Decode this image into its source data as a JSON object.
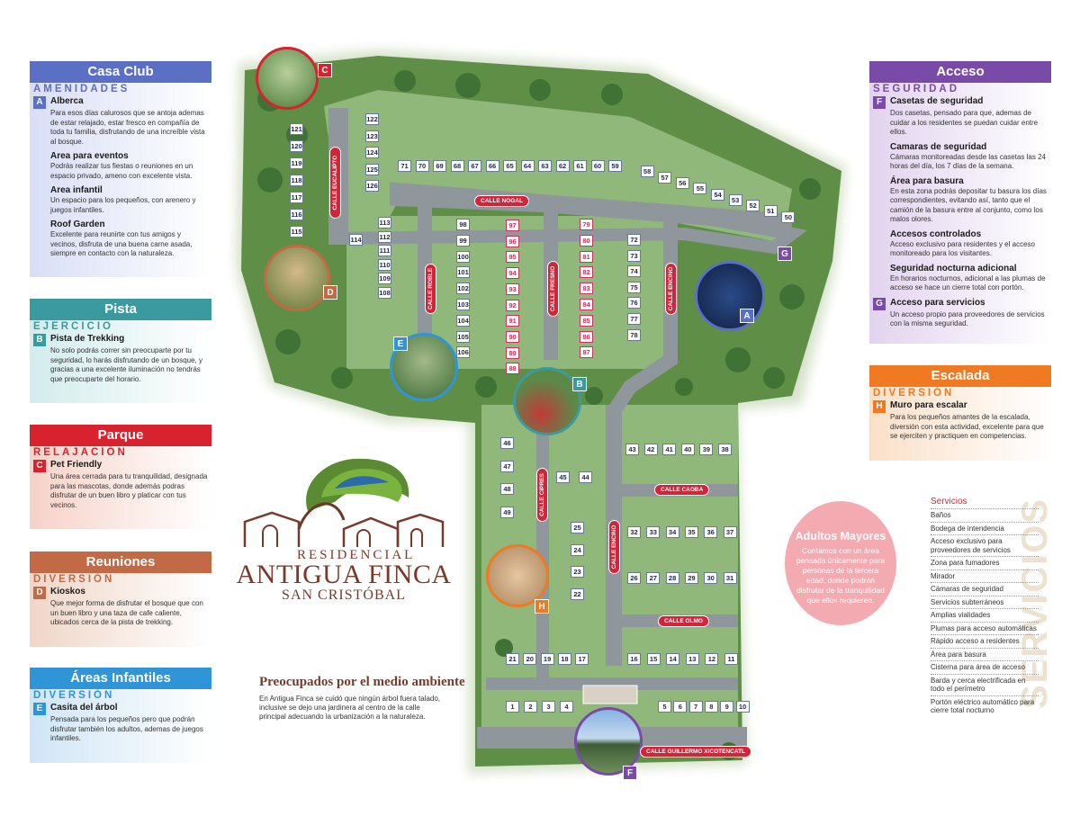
{
  "panels": {
    "casa_club": {
      "title": "Casa Club",
      "subtitle": "AMENIDADES",
      "items": [
        {
          "badge": "A",
          "title": "Alberca",
          "text": "Para esos días calurosos que se antoja ademas de estar relajado, estar fresco en compañía de toda tu familia, disfrutando de una increíble vista al bosque."
        },
        {
          "badge": "",
          "title": "Area para eventos",
          "text": "Podrás realizar tus fiestas o reuniones en un espacio privado, ameno con excelente vista."
        },
        {
          "badge": "",
          "title": "Area infantil",
          "text": "Un espacio para los pequeños, con arenero y juegos infantiles."
        },
        {
          "badge": "",
          "title": "Roof Garden",
          "text": "Excelente para reunirte con tus amigos y vecinos, disfruta de una buena carne asada, siempre en contacto con la naturaleza."
        }
      ]
    },
    "pista": {
      "title": "Pista",
      "subtitle": "EJERCICIO",
      "items": [
        {
          "badge": "B",
          "title": "Pista de Trekking",
          "text": "No solo podrás correr sin preocuparte por tu seguridad, lo harás disfrutando de un bosque, y gracias a una excelente iluminación no tendrás que preocuparte del horario."
        }
      ]
    },
    "parque": {
      "title": "Parque",
      "subtitle": "RELAJACIÓN",
      "items": [
        {
          "badge": "C",
          "title": "Pet Friendly",
          "text": "Una área cerrada para tu tranquilidad, designada para las mascotas, donde además podras disfrutar de un buen libro y platicar con tus vecinos."
        }
      ]
    },
    "reuniones": {
      "title": "Reuniones",
      "subtitle": "DIVERSIÓN",
      "items": [
        {
          "badge": "D",
          "title": "Kioskos",
          "text": "Que mejor forma de disfrutar el bosque que con un buen libro y una taza de cafe caliente, ubicados cerca de la pista de trekking."
        }
      ]
    },
    "infantiles": {
      "title": "Áreas Infantiles",
      "subtitle": "DIVERSIÓN",
      "items": [
        {
          "badge": "E",
          "title": "Casita del árbol",
          "text": "Pensada para los pequeños pero que podrán disfrutar también los adultos, ademas de juegos infantiles."
        }
      ]
    },
    "acceso": {
      "title": "Acceso",
      "subtitle": "SEGURIDAD",
      "items": [
        {
          "badge": "F",
          "title": "Casetas de seguridad",
          "text": "Dos casetas, pensado para que, ademas de cuidar a los residentes se puedan cuidar entre ellos."
        },
        {
          "badge": "",
          "title": "Camaras de seguridad",
          "text": "Cámaras monitoreadas desde las casetas las 24 horas del día, los 7 días de la semana."
        },
        {
          "badge": "",
          "title": "Área para basura",
          "text": "En esta zona podrás depositar tu basura los días correspondientes, evitando así, tanto que el camión de la basura entre al conjunto, como los malos olores."
        },
        {
          "badge": "",
          "title": "Accesos controlados",
          "text": "Acceso exclusivo para residentes y el acceso monitoreado para los visitantes."
        },
        {
          "badge": "",
          "title": "Seguridad nocturna adicional",
          "text": "En horarios nocturnos, adicional a las plumas de acceso se hace un cierre total con portón."
        },
        {
          "badge": "G",
          "title": "Acceso para servicios",
          "text": "Un acceso propio para proveedores de servicios con la misma seguridad."
        }
      ]
    },
    "escalada": {
      "title": "Escalada",
      "subtitle": "DIVERSIÓN",
      "items": [
        {
          "badge": "H",
          "title": "Muro para escalar",
          "text": "Para los pequeños amantes de la escalada, diversión con esta actividad, excelente para que se ejerciten y practiquen en competencias."
        }
      ]
    }
  },
  "colors": {
    "casa_club": "#5b6fc4",
    "pista": "#3b9aa0",
    "parque": "#d8232f",
    "reuniones": "#c26a45",
    "infantiles": "#2f95d6",
    "acceso": "#7a4aa8",
    "escalada": "#ef7a22",
    "street": "#d1253a",
    "lawn": "#7fae6a"
  },
  "streets": {
    "nogal": "CALLE NOGAL",
    "eucalipto": "CALLE EUCALIPTO",
    "roble": "CALLE ROBLE",
    "fresno": "CALLE FRESNO",
    "encino": "CALLE ENCINO",
    "cipres": "CALLE CIPRES",
    "caoba": "CALLE CAOBA",
    "olmo": "CALLE OLMO",
    "guillermo": "CALLE GUILLERMO XICOTENCATL"
  },
  "markers": {
    "a": "A",
    "b": "B",
    "c": "C",
    "d": "D",
    "e": "E",
    "f": "F",
    "g": "G",
    "h": "H"
  },
  "lots": {
    "top_row": [
      "71",
      "70",
      "69",
      "68",
      "67",
      "66",
      "65",
      "64",
      "63",
      "62",
      "61",
      "60",
      "59",
      "58",
      "57",
      "56",
      "55",
      "54",
      "53",
      "52",
      "51",
      "50"
    ],
    "eucalipto_left": [
      "121",
      "120",
      "119",
      "118",
      "117",
      "116",
      "115"
    ],
    "eucalipto_right": [
      "122",
      "123",
      "124",
      "125",
      "126"
    ],
    "roble_left": [
      "113",
      "112",
      "111",
      "110",
      "109",
      "108"
    ],
    "lot_114": "114",
    "fresno_left": [
      "98",
      "99",
      "100",
      "101",
      "102",
      "103",
      "104",
      "105",
      "106"
    ],
    "fresno_right": [
      "97",
      "96",
      "95",
      "94",
      "93",
      "92",
      "91",
      "90",
      "89",
      "88"
    ],
    "encino_left": [
      "79",
      "80",
      "81",
      "82",
      "83",
      "84",
      "85",
      "86",
      "87"
    ],
    "encino_right": [
      "72",
      "73",
      "74",
      "75",
      "76",
      "77",
      "78"
    ],
    "south_left": [
      "46",
      "47",
      "48",
      "49"
    ],
    "pair_45_44": [
      "45",
      "44"
    ],
    "block_43": [
      "43",
      "42",
      "41",
      "40",
      "39",
      "38"
    ],
    "column_25": [
      "25",
      "24",
      "23",
      "22"
    ],
    "block_32": [
      "32",
      "33",
      "34",
      "35",
      "36",
      "37"
    ],
    "block_26": [
      "26",
      "27",
      "28",
      "29",
      "30",
      "31"
    ],
    "row_21": [
      "21",
      "20",
      "19",
      "18",
      "17"
    ],
    "row_16": [
      "16",
      "15",
      "14",
      "13",
      "12",
      "11"
    ],
    "row_1": [
      "1",
      "2",
      "3",
      "4"
    ],
    "row_5": [
      "5",
      "6",
      "7",
      "8",
      "9",
      "10"
    ]
  },
  "logo": {
    "residencial": "RESIDENCIAL",
    "name": "ANTIGUA FINCA",
    "location": "SAN CRISTÓBAL"
  },
  "environment": {
    "title": "Preocupados por el medio ambiente",
    "text": "En Antigua Finca se cuidó que ningún árbol fuera talado, inclusive se dejo una jardinera al centro de la calle principal adecuando la urbanización a la naturaleza."
  },
  "adultos": {
    "title": "Adultos Mayores",
    "text": "Contamos con un área pensada únicamente para personas de la tercera edad, donde podrán disfrutar de la tranquilidad que ellos requieren."
  },
  "servicios": {
    "title": "Servicios",
    "watermark": "SERVICIOS",
    "items": [
      "Baños",
      "Bodega de intendencia",
      "Acceso exclusivo para proveedores de servicios",
      "Zona para fumadores",
      "Mirador",
      "Cámaras de seguridad",
      "Servicios subterráneos",
      "Amplias vialidades",
      "Plumas para acceso automáticas",
      "Rápido acceso a residentes",
      "Área para basura",
      "Cisterna para área de acceso",
      "Barda y cerca electrificada en todo el perímetro",
      "Portón eléctrico automático para cierre total nocturno"
    ]
  }
}
